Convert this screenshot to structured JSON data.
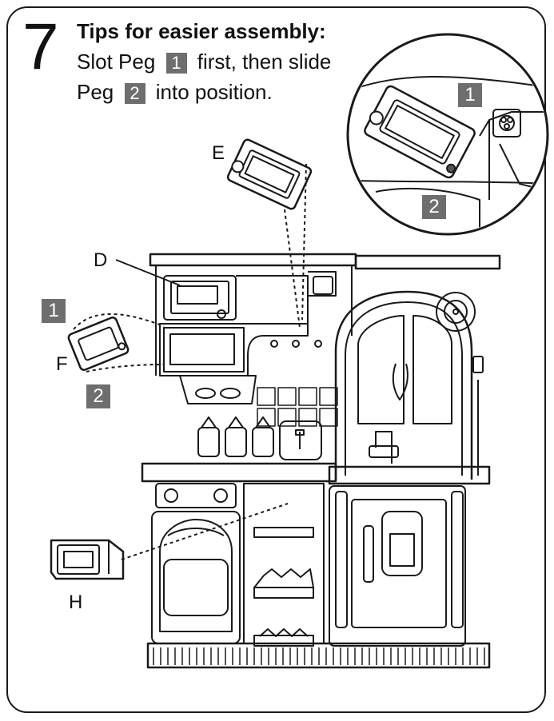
{
  "step": {
    "number": "7",
    "title": "Tips for easier assembly:",
    "line1_before": "Slot Peg",
    "line1_peg": "1",
    "line1_after": "first, then slide",
    "line2_before": "Peg",
    "line2_peg": "2",
    "line2_after": "into position."
  },
  "parts": {
    "d": "D",
    "e": "E",
    "f": "F",
    "h": "H"
  },
  "pegs": {
    "peg1": "1",
    "peg2": "2",
    "zoom_peg1": "1",
    "zoom_peg2": "2"
  },
  "colors": {
    "badge": "#6e6e6e",
    "line": "#1a1a1a"
  }
}
